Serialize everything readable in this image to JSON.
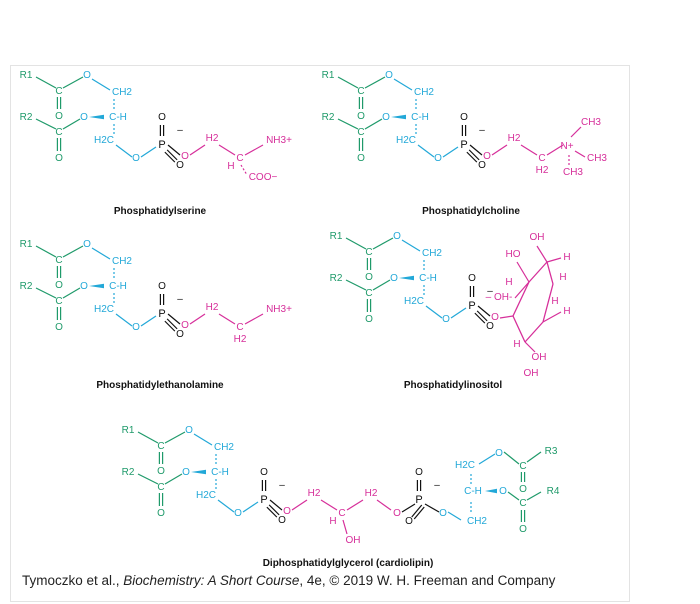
{
  "colors": {
    "glycerol": "#22a8d8",
    "fatty_acid": "#1f9a6a",
    "head_group": "#d62f9a",
    "phosphate": "#111111",
    "label": "#111111"
  },
  "atoms": {
    "O": "O",
    "R1": "R1",
    "R2": "R2",
    "R3": "R3",
    "R4": "R4",
    "CH2": "CH2",
    "H2C": "H2C",
    "H2": "H2",
    "C": "C",
    "H": "H",
    "P": "P",
    "minus": "–",
    "NH3": "NH3+",
    "COO": "COO−",
    "CH3": "CH3",
    "N": "N+",
    "HO": "HO",
    "OH": "OH",
    "OHdash": "– OH-",
    "C_H": "C-H"
  },
  "molecules": {
    "ps": {
      "label": "Phosphatidylserine"
    },
    "pc": {
      "label": "Phosphatidylcholine"
    },
    "pe": {
      "label": "Phosphatidylethanolamine"
    },
    "pi": {
      "label": "Phosphatidylinositol"
    },
    "cl": {
      "label": "Diphosphatidylglycerol (cardiolipin)"
    }
  },
  "caption": {
    "authors": "Tymoczko et al., ",
    "book": "Biochemistry: A Short Course",
    "rest": ", 4e, © 2019 W. H. Freeman and Company"
  }
}
